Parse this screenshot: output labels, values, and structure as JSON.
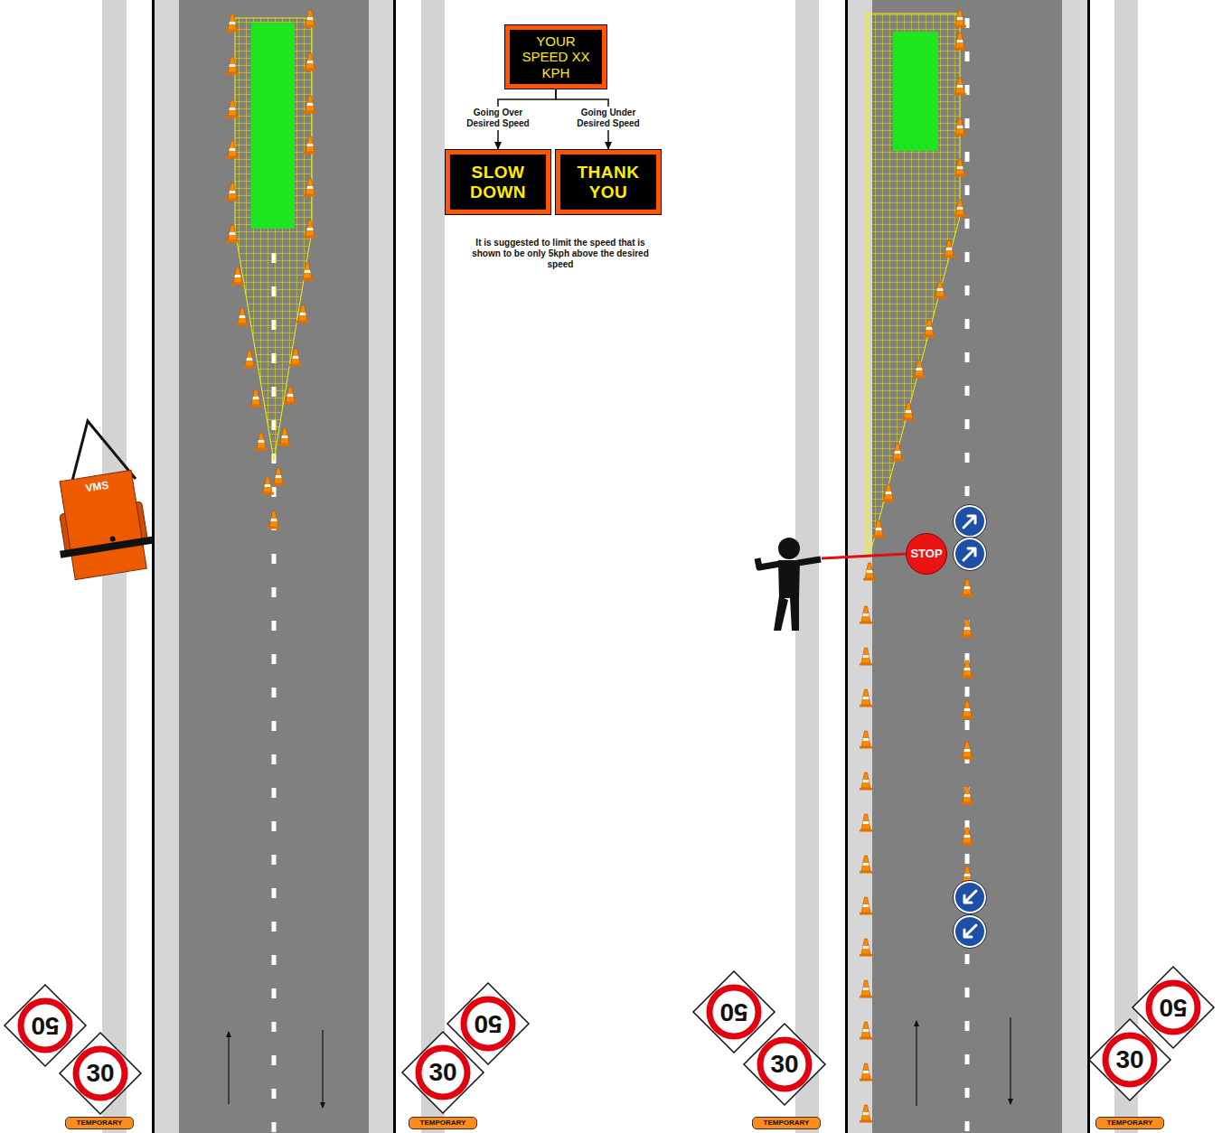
{
  "diagram": {
    "nodes": [
      {
        "text": [
          "YOUR SPEED XX KPH"
        ]
      },
      {
        "text": [
          "SLOW DOWN"
        ]
      },
      {
        "text": [
          "THANK YOU"
        ]
      },
      {
        "text": [
          "VMS"
        ]
      },
      {
        "text": [
          "STOP"
        ]
      },
      {
        "text": [
          "50"
        ]
      },
      {
        "text": [
          "30"
        ]
      },
      {
        "text": [
          "TEMPORARY"
        ]
      },
      {
        "text": [
          "50"
        ]
      },
      {
        "text": [
          "30"
        ]
      },
      {
        "text": [
          "TEMPORARY"
        ]
      },
      {
        "text": [
          "50"
        ]
      },
      {
        "text": [
          "30"
        ]
      },
      {
        "text": [
          "TEMPORARY"
        ]
      },
      {
        "text": [
          "50"
        ]
      },
      {
        "text": [
          "30"
        ]
      },
      {
        "text": [
          "TEMPORARY"
        ]
      }
    ],
    "edges": [
      {
        "from": 0,
        "to": 1,
        "arrow": "to",
        "label": "Going Over Desired Speed"
      },
      {
        "from": 0,
        "to": 2,
        "arrow": "to",
        "label": "Going Under Desired Speed"
      }
    ],
    "labels": [
      "It is suggested to limit the speed that is shown to be only 5kph above the desired speed"
    ]
  }
}
